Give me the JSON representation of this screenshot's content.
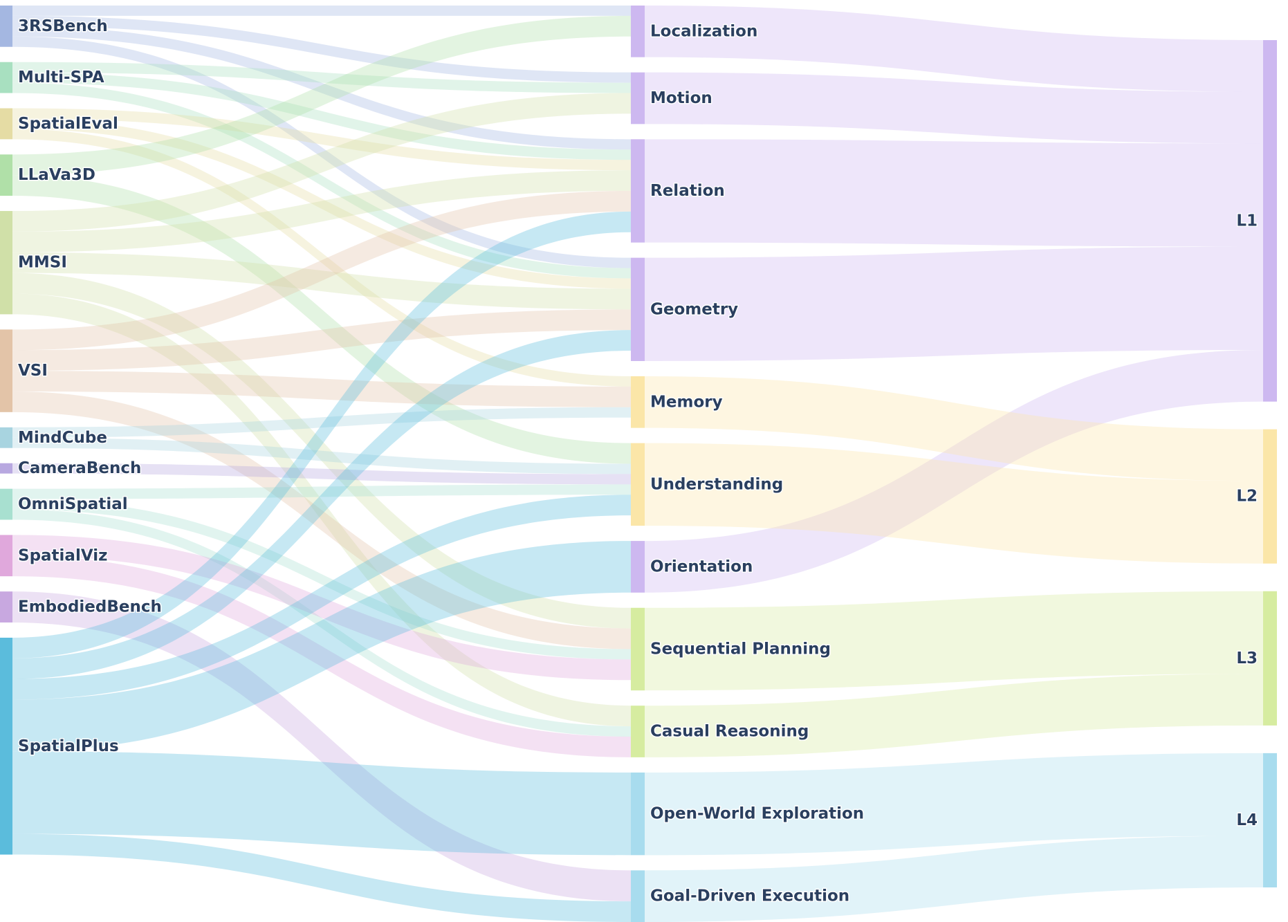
{
  "chart_data": {
    "type": "sankey",
    "unit": "tasks",
    "nodes": [
      {
        "id": "3RSBench",
        "label": "3RSBench",
        "column": 0,
        "color": "#a4b7e1"
      },
      {
        "id": "Multi-SPA",
        "label": "Multi-SPA",
        "column": 0,
        "color": "#a8e0c0"
      },
      {
        "id": "SpatialEval",
        "label": "SpatialEval",
        "column": 0,
        "color": "#e5dca4"
      },
      {
        "id": "LLaVa3D",
        "label": "LLaVa3D",
        "column": 0,
        "color": "#b0e0a8"
      },
      {
        "id": "MMSI",
        "label": "MMSI",
        "column": 0,
        "color": "#d0e0a8"
      },
      {
        "id": "VSI",
        "label": "VSI",
        "column": 0,
        "color": "#e3c4a8"
      },
      {
        "id": "MindCube",
        "label": "MindCube",
        "column": 0,
        "color": "#a8d4e0"
      },
      {
        "id": "CameraBench",
        "label": "CameraBench",
        "column": 0,
        "color": "#b8a8e0"
      },
      {
        "id": "OmniSpatial",
        "label": "OmniSpatial",
        "column": 0,
        "color": "#a8e0d0"
      },
      {
        "id": "SpatialViz",
        "label": "SpatialViz",
        "column": 0,
        "color": "#e0a8dc"
      },
      {
        "id": "EmbodiedBench",
        "label": "EmbodiedBench",
        "column": 0,
        "color": "#c8a8e0"
      },
      {
        "id": "SpatialPlus",
        "label": "SpatialPlus",
        "column": 0,
        "color": "#5bbcdc"
      },
      {
        "id": "Localization",
        "label": "Localization",
        "column": 1,
        "color": "#cdb8f0"
      },
      {
        "id": "Motion",
        "label": "Motion",
        "column": 1,
        "color": "#cdb8f0"
      },
      {
        "id": "Relation",
        "label": "Relation",
        "column": 1,
        "color": "#cdb8f0"
      },
      {
        "id": "Geometry",
        "label": "Geometry",
        "column": 1,
        "color": "#cdb8f0"
      },
      {
        "id": "Memory",
        "label": "Memory",
        "column": 1,
        "color": "#fbe6a8"
      },
      {
        "id": "Understanding",
        "label": "Understanding",
        "column": 1,
        "color": "#fbe6a8"
      },
      {
        "id": "Orientation",
        "label": "Orientation",
        "column": 1,
        "color": "#cdb8f0"
      },
      {
        "id": "Sequential Planning",
        "label": "Sequential Planning",
        "column": 1,
        "color": "#d6eca0"
      },
      {
        "id": "Casual Reasoning",
        "label": "Casual Reasoning",
        "column": 1,
        "color": "#d6eca0"
      },
      {
        "id": "Open-World Exploration",
        "label": "Open-World Exploration",
        "column": 1,
        "color": "#a8dcee"
      },
      {
        "id": "Goal-Driven Execution",
        "label": "Goal-Driven Execution",
        "column": 1,
        "color": "#a8dcee"
      },
      {
        "id": "L1",
        "label": "L1",
        "column": 2,
        "color": "#cdb8f0"
      },
      {
        "id": "L2",
        "label": "L2",
        "column": 2,
        "color": "#fbe6a8"
      },
      {
        "id": "L3",
        "label": "L3",
        "column": 2,
        "color": "#d6eca0"
      },
      {
        "id": "L4",
        "label": "L4",
        "column": 2,
        "color": "#a8dcee"
      }
    ],
    "links": [
      {
        "source": "3RSBench",
        "target": "Localization",
        "value": 1
      },
      {
        "source": "3RSBench",
        "target": "Motion",
        "value": 1
      },
      {
        "source": "3RSBench",
        "target": "Relation",
        "value": 1
      },
      {
        "source": "3RSBench",
        "target": "Geometry",
        "value": 1
      },
      {
        "source": "Multi-SPA",
        "target": "Motion",
        "value": 1
      },
      {
        "source": "Multi-SPA",
        "target": "Relation",
        "value": 1
      },
      {
        "source": "Multi-SPA",
        "target": "Geometry",
        "value": 1
      },
      {
        "source": "SpatialEval",
        "target": "Relation",
        "value": 1
      },
      {
        "source": "SpatialEval",
        "target": "Geometry",
        "value": 1
      },
      {
        "source": "SpatialEval",
        "target": "Memory",
        "value": 1
      },
      {
        "source": "LLaVa3D",
        "target": "Localization",
        "value": 2
      },
      {
        "source": "LLaVa3D",
        "target": "Understanding",
        "value": 2
      },
      {
        "source": "MMSI",
        "target": "Motion",
        "value": 2
      },
      {
        "source": "MMSI",
        "target": "Relation",
        "value": 2
      },
      {
        "source": "MMSI",
        "target": "Geometry",
        "value": 2
      },
      {
        "source": "MMSI",
        "target": "Sequential Planning",
        "value": 2
      },
      {
        "source": "MMSI",
        "target": "Casual Reasoning",
        "value": 2
      },
      {
        "source": "VSI",
        "target": "Relation",
        "value": 2
      },
      {
        "source": "VSI",
        "target": "Geometry",
        "value": 2
      },
      {
        "source": "VSI",
        "target": "Memory",
        "value": 2
      },
      {
        "source": "VSI",
        "target": "Sequential Planning",
        "value": 2
      },
      {
        "source": "MindCube",
        "target": "Memory",
        "value": 1
      },
      {
        "source": "MindCube",
        "target": "Understanding",
        "value": 1
      },
      {
        "source": "CameraBench",
        "target": "Understanding",
        "value": 1
      },
      {
        "source": "OmniSpatial",
        "target": "Understanding",
        "value": 1
      },
      {
        "source": "OmniSpatial",
        "target": "Sequential Planning",
        "value": 1
      },
      {
        "source": "OmniSpatial",
        "target": "Casual Reasoning",
        "value": 1
      },
      {
        "source": "SpatialViz",
        "target": "Sequential Planning",
        "value": 2
      },
      {
        "source": "SpatialViz",
        "target": "Casual Reasoning",
        "value": 2
      },
      {
        "source": "EmbodiedBench",
        "target": "Goal-Driven Execution",
        "value": 3
      },
      {
        "source": "SpatialPlus",
        "target": "Relation",
        "value": 2
      },
      {
        "source": "SpatialPlus",
        "target": "Geometry",
        "value": 2
      },
      {
        "source": "SpatialPlus",
        "target": "Understanding",
        "value": 2
      },
      {
        "source": "SpatialPlus",
        "target": "Orientation",
        "value": 5
      },
      {
        "source": "SpatialPlus",
        "target": "Open-World Exploration",
        "value": 8
      },
      {
        "source": "SpatialPlus",
        "target": "Goal-Driven Execution",
        "value": 2
      },
      {
        "source": "Localization",
        "target": "L1",
        "value": 5
      },
      {
        "source": "Motion",
        "target": "L1",
        "value": 5
      },
      {
        "source": "Relation",
        "target": "L1",
        "value": 10
      },
      {
        "source": "Geometry",
        "target": "L1",
        "value": 10
      },
      {
        "source": "Orientation",
        "target": "L1",
        "value": 5
      },
      {
        "source": "Memory",
        "target": "L2",
        "value": 5
      },
      {
        "source": "Understanding",
        "target": "L2",
        "value": 8
      },
      {
        "source": "Sequential Planning",
        "target": "L3",
        "value": 8
      },
      {
        "source": "Casual Reasoning",
        "target": "L3",
        "value": 5
      },
      {
        "source": "Open-World Exploration",
        "target": "L4",
        "value": 8
      },
      {
        "source": "Goal-Driven Execution",
        "target": "L4",
        "value": 5
      }
    ]
  }
}
